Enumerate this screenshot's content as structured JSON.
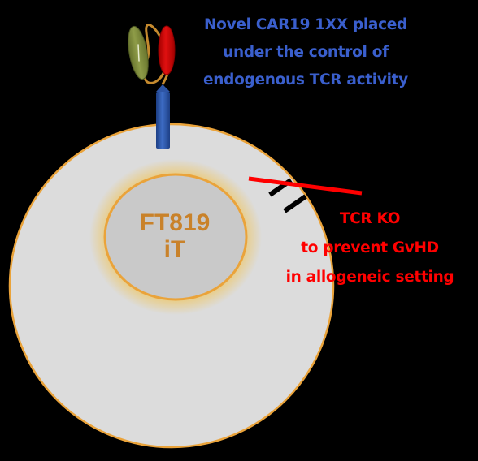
{
  "colors": {
    "background": "#000000",
    "cell_fill": "#dcdcdc",
    "cell_outline": "#eaa33a",
    "nucleus_fill": "#c9c9c9",
    "nucleus_glow": "#f2c24b",
    "nucleus_text": "#c9822a",
    "car_text": "#3a5fcd",
    "tcr_text": "#ff0000",
    "receptor_stalk": "#2e55a5",
    "scfv_green": "#7d8b3c",
    "scfv_red": "#cc0000",
    "linker": "#c58a2e",
    "tcr_ko_line": "#ff0000",
    "tcr_marks": "#000000"
  },
  "car_annotation": {
    "lines": [
      "Novel CAR19 1XX placed",
      "under the control of",
      "endogenous TCR activity"
    ]
  },
  "tcr_annotation": {
    "lines": [
      "TCR KO",
      "to prevent GvHD",
      "in allogeneic setting"
    ]
  },
  "nucleus": {
    "lines": [
      "FT819",
      "iT"
    ]
  },
  "icons": {
    "car_receptor": "car-receptor-icon",
    "tcr": "tcr-complex-icon"
  }
}
